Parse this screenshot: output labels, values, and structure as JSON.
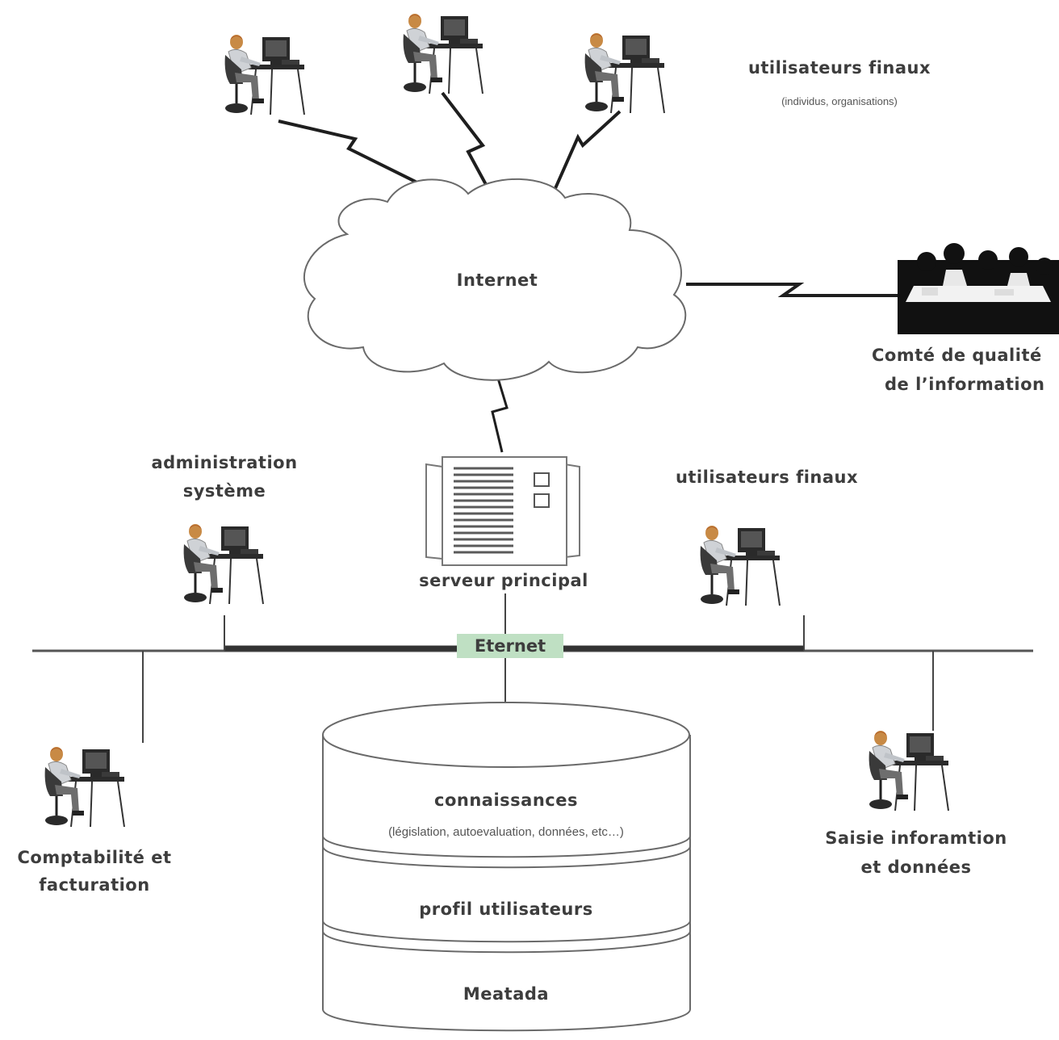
{
  "labels": {
    "internet": "Internet",
    "end_users_top": "utilisateurs finaux",
    "end_users_top_sub": "(individus, organisations)",
    "committee_line1": "Comté de qualité",
    "committee_line2": "de l’information",
    "sysadmin_line1": "administration",
    "sysadmin_line2": "système",
    "end_users_mid": "utilisateurs finaux",
    "main_server": "serveur principal",
    "ethernet": "Eternet",
    "accounting_line1": "Comptabilité et",
    "accounting_line2": "facturation",
    "data_entry_line1": "Saisie inforamtion",
    "data_entry_line2": "et données",
    "db_knowledge": "connaissances",
    "db_knowledge_sub": "(législation, autoevaluation, données, etc…)",
    "db_user_profile": "profil utilisateurs",
    "db_metadata": "Meatada"
  },
  "colors": {
    "ethernet_label_bg": "#bfe0c3",
    "line": "#2a2a2a",
    "text": "#3d3d3d"
  },
  "icons": [
    "workstation-user-icon",
    "cloud-icon",
    "server-icon",
    "database-icon",
    "meeting-group-icon",
    "lightning-link-icon"
  ]
}
